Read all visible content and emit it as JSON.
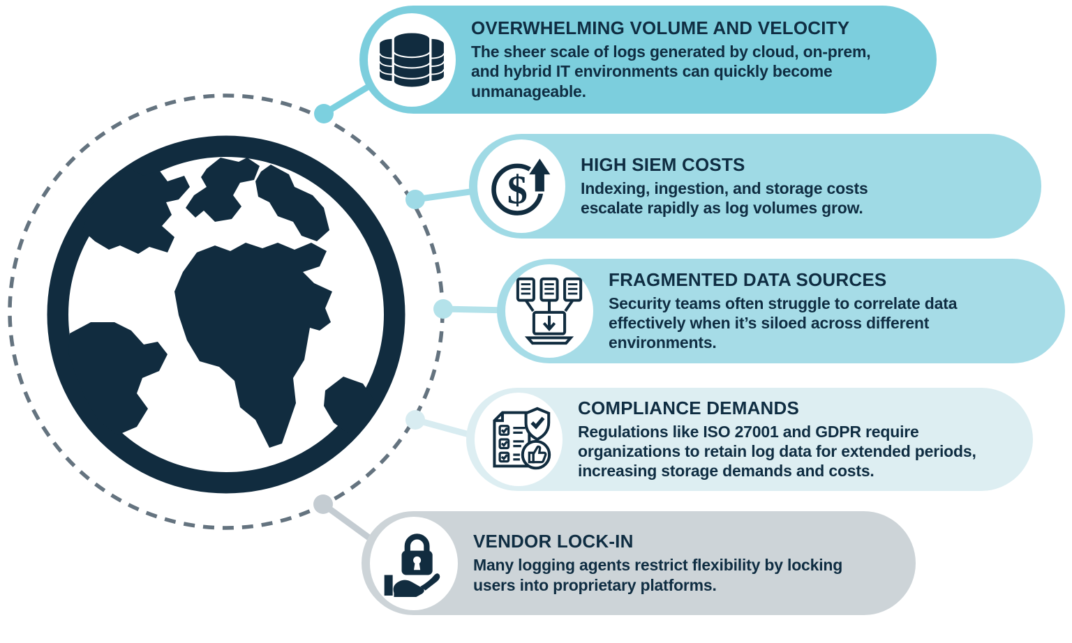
{
  "colors": {
    "navy": "#112c3f",
    "text": "#0f2d42",
    "dashed_ring": "#64737f",
    "background": "#ffffff"
  },
  "globe": {
    "icon": "globe-icon"
  },
  "cards": [
    {
      "id": "volume-velocity",
      "icon": "database-stack-icon",
      "title": "OVERWHELMING VOLUME AND VELOCITY",
      "body": "The sheer scale of logs generated by cloud, on-prem, and hybrid IT environments can quickly become unmanageable.",
      "bg": "#7ccedd",
      "connector": "#7cd0df"
    },
    {
      "id": "siem-costs",
      "icon": "rising-cost-icon",
      "glyph": "$",
      "title": "HIGH SIEM COSTS",
      "body": "Indexing, ingestion, and storage costs escalate rapidly as log volumes grow.",
      "bg": "#9fdae5",
      "connector": "#9edae6"
    },
    {
      "id": "fragmented-data",
      "icon": "data-sources-laptop-icon",
      "title": "FRAGMENTED DATA SOURCES",
      "body": "Security teams often struggle to correlate data effectively when it’s siloed across different environments.",
      "bg": "#a6dce7",
      "connector": "#b4e2ea"
    },
    {
      "id": "compliance",
      "icon": "compliance-checklist-icon",
      "title": "COMPLIANCE DEMANDS",
      "body": "Regulations like ISO 27001 and GDPR require organizations to retain log data for extended periods, increasing storage demands and costs.",
      "bg": "#ddeef2",
      "connector": "#d8ecf1"
    },
    {
      "id": "vendor-lock-in",
      "icon": "hand-padlock-icon",
      "title": "VENDOR LOCK-IN",
      "body": "Many logging agents restrict flexibility by locking users into proprietary platforms.",
      "bg": "#cdd4d8",
      "connector": "#c4ccd2"
    }
  ]
}
